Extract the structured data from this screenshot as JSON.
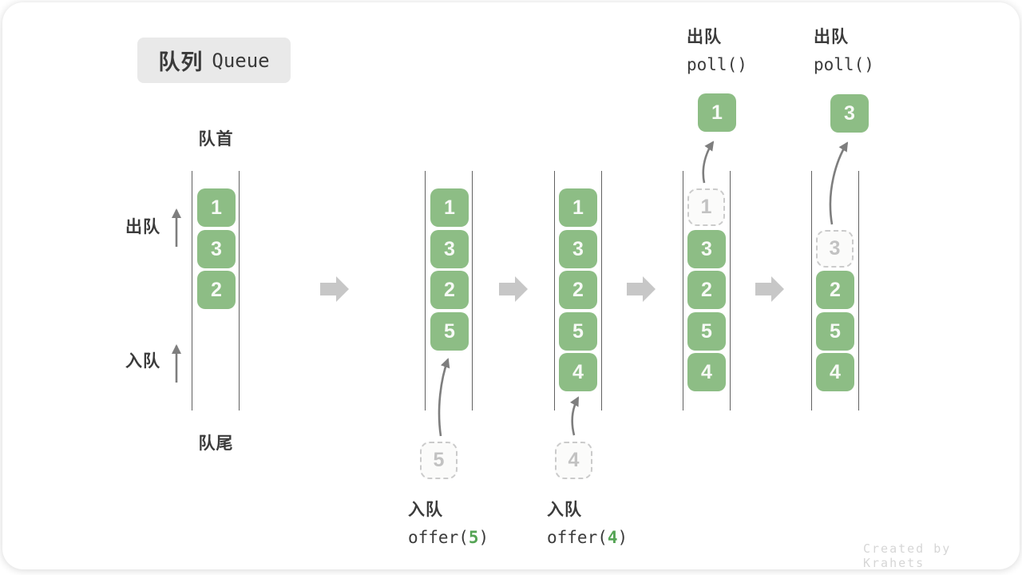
{
  "title": {
    "zh": "队列",
    "en": "Queue"
  },
  "labels": {
    "front": "队首",
    "rear": "队尾",
    "dequeue_side": "出队",
    "enqueue_side": "入队"
  },
  "ops": {
    "poll1": {
      "label": "出队",
      "code": "poll()"
    },
    "poll2": {
      "label": "出队",
      "code": "poll()"
    },
    "offer5": {
      "label": "入队",
      "fn": "offer(",
      "arg": "5",
      "close": ")"
    },
    "offer4": {
      "label": "入队",
      "fn": "offer(",
      "arg": "4",
      "close": ")"
    }
  },
  "states": [
    {
      "slots": [
        {
          "v": "1"
        },
        {
          "v": "3"
        },
        {
          "v": "2"
        }
      ]
    },
    {
      "slots": [
        {
          "v": "1"
        },
        {
          "v": "3"
        },
        {
          "v": "2"
        },
        {
          "v": "5"
        }
      ],
      "pending": "5"
    },
    {
      "slots": [
        {
          "v": "1"
        },
        {
          "v": "3"
        },
        {
          "v": "2"
        },
        {
          "v": "5"
        },
        {
          "v": "4"
        }
      ],
      "pending": "4"
    },
    {
      "slots": [
        {
          "v": "1",
          "state": "dashed"
        },
        {
          "v": "3"
        },
        {
          "v": "2"
        },
        {
          "v": "5"
        },
        {
          "v": "4"
        }
      ],
      "popped": "1"
    },
    {
      "slots": [
        {
          "v": "3",
          "state": "dashed"
        },
        {
          "v": "2"
        },
        {
          "v": "5"
        },
        {
          "v": "4"
        }
      ],
      "popped": "3"
    }
  ],
  "icons": {
    "step_arrow": "right-block-arrow",
    "flow_arrow": "thin-curved-arrow"
  },
  "colors": {
    "box_green": "#8dbd85",
    "arg_green": "#55a455",
    "block_arrow_gray": "#c7c7c7",
    "thin_arrow_gray": "#7e7e7e",
    "dashed_border": "#cbcbcb",
    "text_dark": "#3b3b3b",
    "title_bg": "#e9e9e9",
    "watermark_gray": "#d6d6d6"
  },
  "watermark": "Created by Krahets"
}
